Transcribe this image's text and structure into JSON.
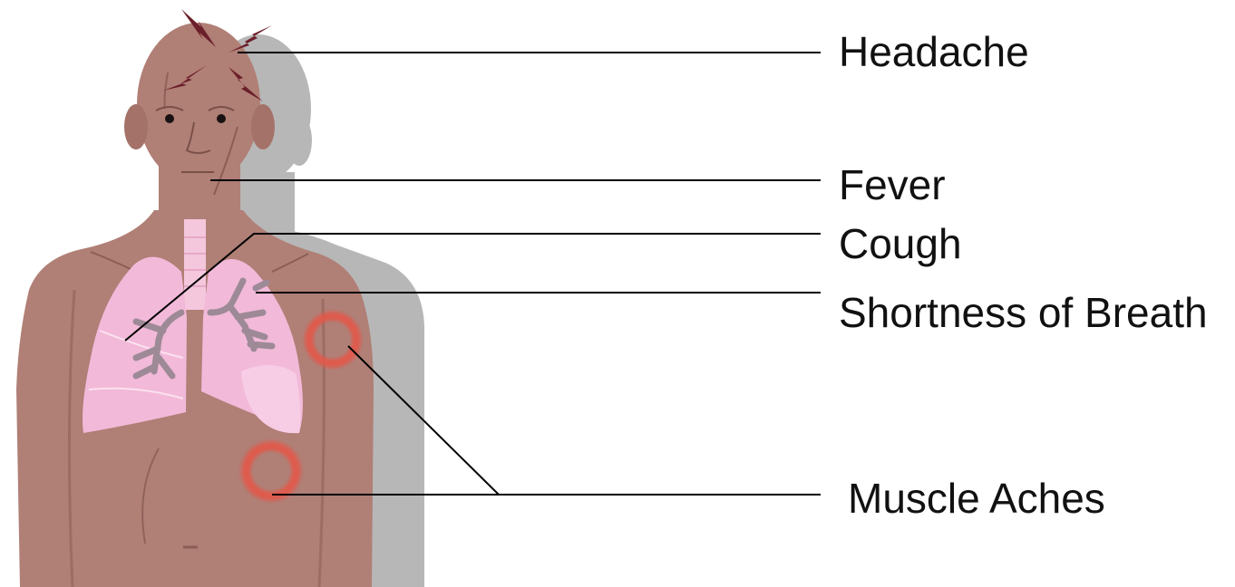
{
  "symptoms": {
    "headache": "Headache",
    "fever": "Fever",
    "cough": "Cough",
    "shortness_of_breath": "Shortness of Breath",
    "muscle_aches": "Muscle Aches"
  },
  "colors": {
    "skin": "#b07f76",
    "skin_dark": "#9c6c64",
    "shadow": "#b7b7b7",
    "lungs": "#f2b9d9",
    "lungs_light": "#f7cde5",
    "airway": "#9d8a96",
    "trachea": "#f4c7dd",
    "pain_bolt": "#6b1f2a",
    "ache_ring": "#e2584a",
    "leader_line": "#000000",
    "text": "#111111"
  },
  "icons": {
    "pain_bolt": "lightning-bolt-icon",
    "ache_marker": "red-ring-icon"
  }
}
